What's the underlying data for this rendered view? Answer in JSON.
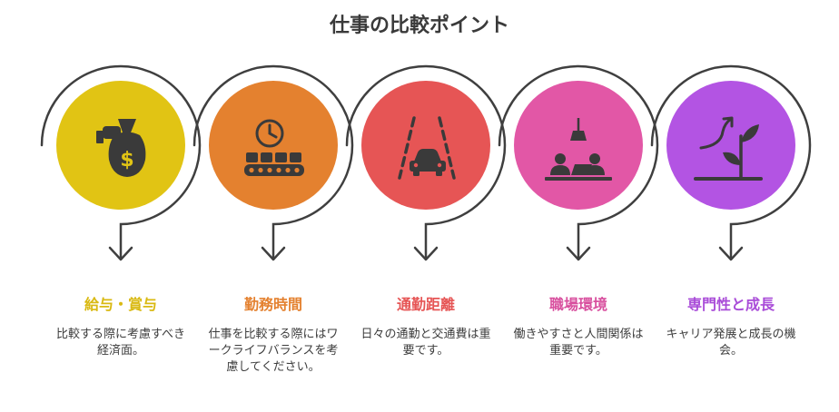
{
  "title": "仕事の比較ポイント",
  "items": [
    {
      "label": "給与・賞与",
      "description": "比較する際に考慮すべき経済面。",
      "color": "#E1C414",
      "label_color": "#D9B912",
      "icon": "money-bag-icon"
    },
    {
      "label": "勤務時間",
      "description": "仕事を比較する際にはワークライフバランスを考慮してください。",
      "color": "#E4812F",
      "label_color": "#E4812F",
      "icon": "clock-conveyor-icon"
    },
    {
      "label": "通勤距離",
      "description": "日々の通勤と交通費は重要です。",
      "color": "#E65555",
      "label_color": "#E65555",
      "icon": "car-road-icon"
    },
    {
      "label": "職場環境",
      "description": "働きやすさと人間関係は重要です。",
      "color": "#E257A6",
      "label_color": "#D84F9E",
      "icon": "office-desk-icon"
    },
    {
      "label": "専門性と成長",
      "description": "キャリア発展と成長の機会。",
      "color": "#B354E3",
      "label_color": "#A94CD8",
      "icon": "plant-growth-icon"
    }
  ]
}
